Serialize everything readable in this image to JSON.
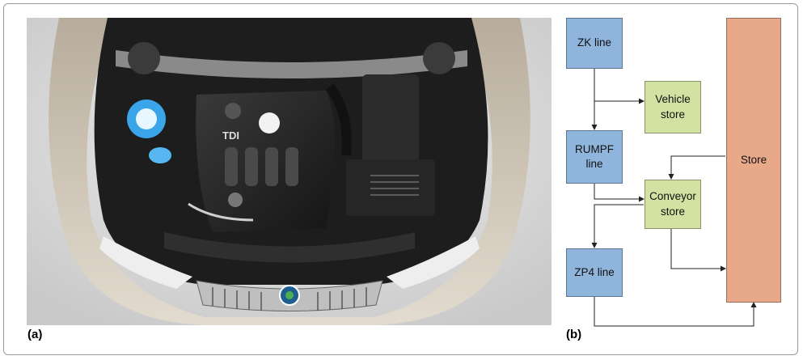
{
  "panels": {
    "a_label": "(a)",
    "b_label": "(b)"
  },
  "photo": {
    "engine_badge": "TDI"
  },
  "diagram": {
    "nodes": {
      "zk_line": "ZK line",
      "vehicle_store": "Vehicle\nstore",
      "rumpf_line": "RUMPF\nline",
      "conveyor_store": "Conveyor\nstore",
      "zp4_line": "ZP4 line",
      "store": "Store"
    },
    "colors": {
      "line_box": "#8fb5dc",
      "store_box": "#d3e1a2",
      "main_store": "#e8a98a"
    }
  }
}
